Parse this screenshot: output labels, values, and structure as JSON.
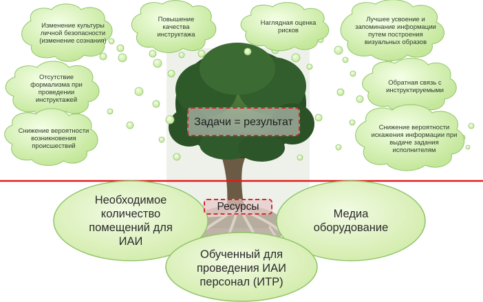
{
  "clouds": [
    {
      "text": "Изменение культуры личной безопасности (изменение сознания)"
    },
    {
      "text": "Повышение качества инструктажа"
    },
    {
      "text": "Наглядная оценка рисков"
    },
    {
      "text": "Лучшее усвоение и запоминание информации путем построения визуальных образов"
    },
    {
      "text": "Отсутствие формализма при проведении инструктажей"
    },
    {
      "text": "Обратная связь с инструктируемыми"
    },
    {
      "text": "Снижение вероятности возникновения происшествий"
    },
    {
      "text": "Снижение вероятности искажения информации при выдаче задания исполнителям"
    }
  ],
  "tasks_label": "Задачи = результат",
  "resources_label": "Ресурсы",
  "ovals": [
    {
      "text": "Необходимое количество помещений для ИАИ"
    },
    {
      "text": "Медиа оборудование"
    },
    {
      "text": "Обученный для проведения ИАИ персонал (ИТР)"
    }
  ],
  "colors": {
    "cloud_fill": "#d9efb2",
    "cloud_stroke": "#8fc46a",
    "oval_fill": "#dcf0b8",
    "divider": "#e01b1b",
    "accent_dash": "#d42a2a"
  }
}
